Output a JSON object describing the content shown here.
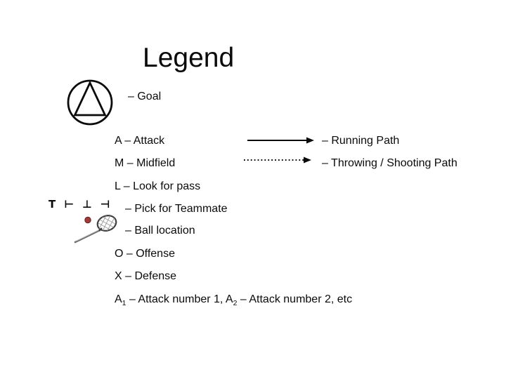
{
  "slide": {
    "title": "Legend"
  },
  "goal": {
    "symbol": "circle-with-triangle",
    "label": "– Goal"
  },
  "abbreviations": {
    "attack": "A – Attack",
    "midfield": "M – Midfield",
    "look_for_pass": "L – Look for pass",
    "offense": "O – Offense",
    "defense": "X – Defense"
  },
  "pick": {
    "symbols": [
      "T",
      "⊢",
      "⊥",
      "⊣"
    ],
    "label": "– Pick for Teammate"
  },
  "ball": {
    "symbol": "lacrosse-stick-with-ball",
    "label": "– Ball location"
  },
  "attack_numbers": {
    "letter1": "A",
    "sub1": "1",
    "middle": " – Attack number 1, A",
    "sub2": "2",
    "suffix": " – Attack number 2, etc"
  },
  "paths": {
    "running": {
      "style": "solid-arrow",
      "label": "– Running Path"
    },
    "throwing": {
      "style": "dotted-arrow",
      "label": "– Throwing / Shooting Path"
    }
  },
  "colors": {
    "ink": "#0a0a0a",
    "ball_fill": "#a13b3b",
    "ball_stroke": "#5f2020",
    "stick_shaft": "#6e6e6e",
    "stick_head": "#3f3f3f",
    "mesh": "#9a9a9a"
  }
}
